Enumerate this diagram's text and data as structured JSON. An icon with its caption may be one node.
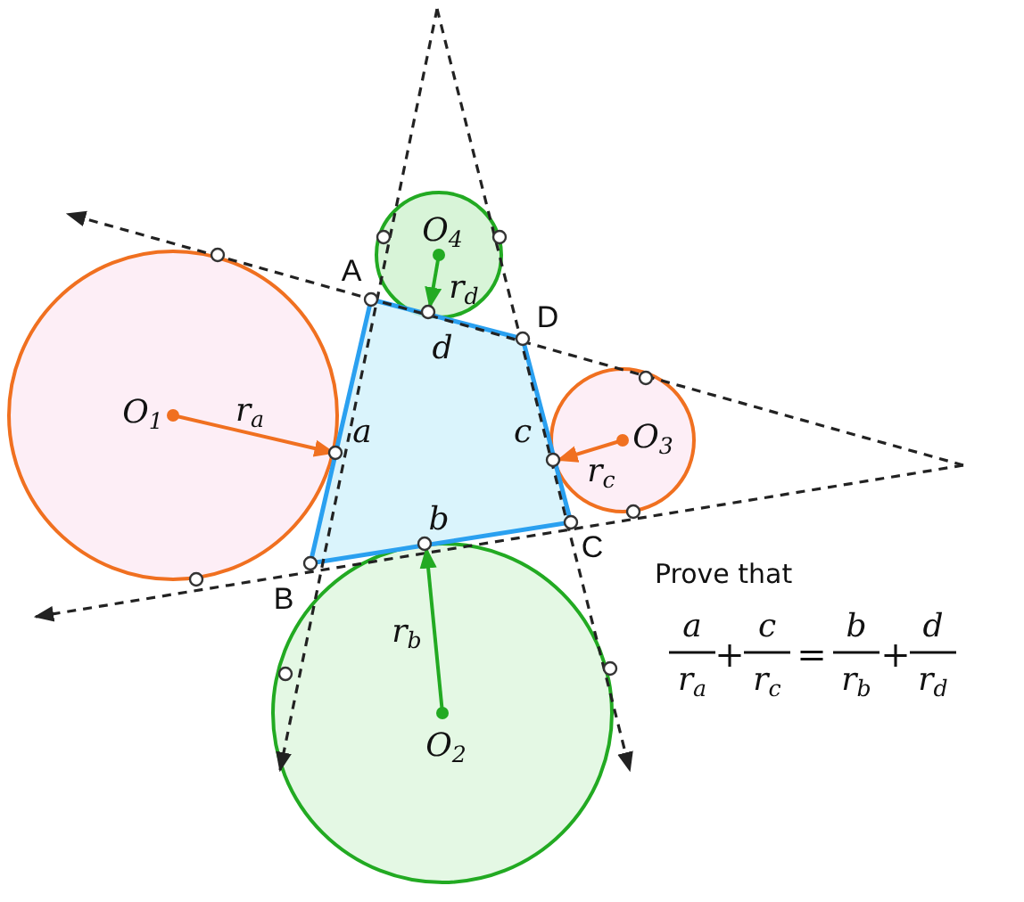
{
  "diagram": {
    "labels": [
      "A",
      "D",
      "a",
      "d",
      "c",
      "b",
      "r$_{d}$",
      "O$_{4}$",
      "O$_{1}$",
      "r$_{a}$",
      "O$_{3}$",
      "r$_{c}$",
      "C",
      "B",
      "r$_{b}$",
      "O$_{2}$",
      "Prove that",
      "a",
      "r$_{a}$",
      "+",
      "c",
      "r$_{c}$",
      "=",
      "b",
      "r$_{b}$",
      "+",
      "d",
      "r$_{d}$"
    ]
  }
}
